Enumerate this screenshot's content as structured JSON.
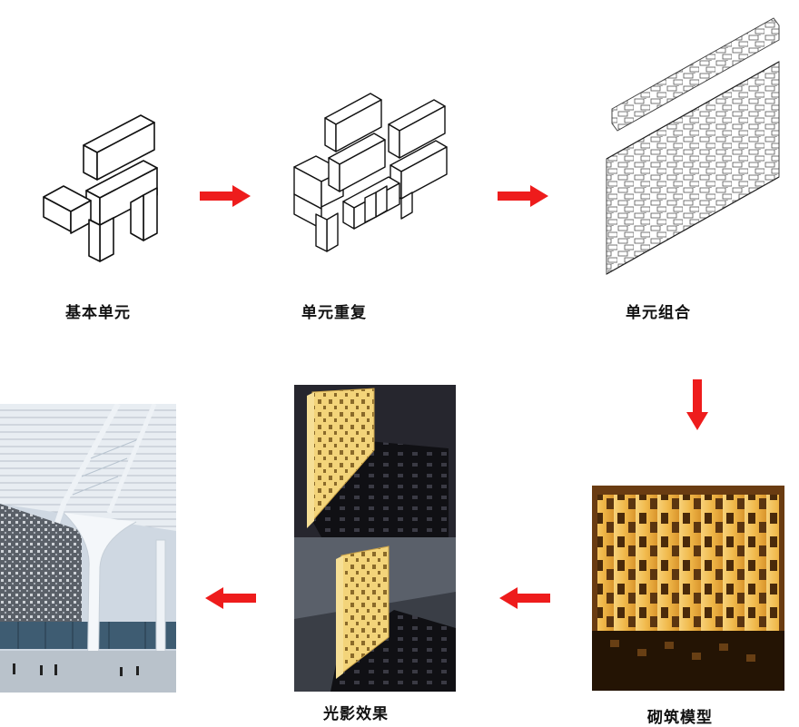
{
  "steps": {
    "basic_unit": "基本单元",
    "unit_repeat": "单元重复",
    "unit_combination": "单元组合",
    "masonry_model": "砌筑模型",
    "light_shadow": "光影效果"
  },
  "colors": {
    "arrow": "#ee1c1c",
    "line": "#111111",
    "model_light": "#f2c35a",
    "model_dark": "#5a3410",
    "shadow_bg": "#1e1e24",
    "steel": "#dfe6ee"
  },
  "icons": [
    "arrow-right-icon",
    "arrow-down-icon",
    "arrow-left-icon"
  ]
}
